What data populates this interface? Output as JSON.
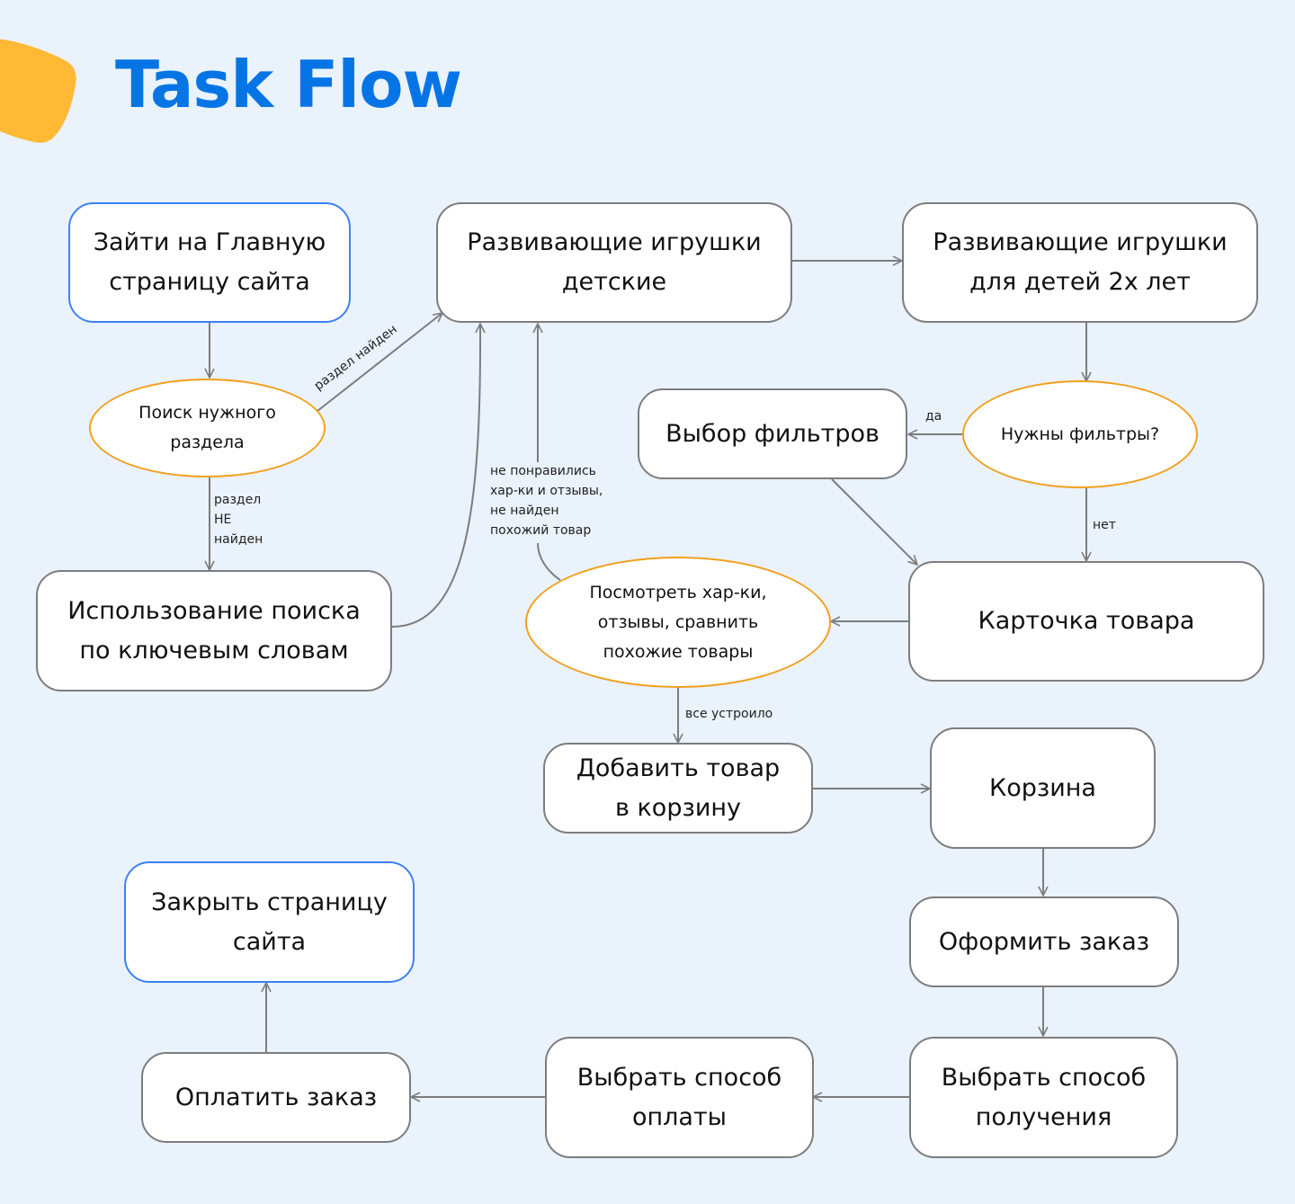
{
  "header": {
    "title": "Task Flow",
    "logo_icon": "rounded-square-blob",
    "accent_color": "#0575E6",
    "logo_color": "#FFB935"
  },
  "colors": {
    "background": "#EAF2FC",
    "terminal_border": "#3B82F6",
    "decision_border": "#F2A01E",
    "process_border": "#7D7D7D",
    "edge": "#7D7D7D"
  },
  "nodes": {
    "home": "Зайти на Главную\nстраницу сайта",
    "search_section": "Поиск нужного\nраздела",
    "keyword_search": "Использование поиска\nпо ключевым словам",
    "edu_toys": "Развивающие игрушки\nдетские",
    "edu_toys_2y": "Развивающие игрушки\nдля детей 2х лет",
    "need_filters": "Нужны фильтры?",
    "choose_filters": "Выбор фильтров",
    "product_card": "Карточка товара",
    "review": "Посмотреть хар-ки,\nотзывы, сравнить\nпохожие товары",
    "add_to_cart": "Добавить товар\nв корзину",
    "cart": "Корзина",
    "checkout": "Оформить заказ",
    "delivery": "Выбрать способ\nполучения",
    "payment_method": "Выбрать способ\nоплаты",
    "pay": "Оплатить заказ",
    "close": "Закрыть страницу\nсайта"
  },
  "edge_labels": {
    "found": "раздел найден",
    "not_found": "раздел\nНЕ\nнайден",
    "yes": "да",
    "no": "нет",
    "disliked": "не понравились\nхар-ки и отзывы,\nне найден\nпохожий товар",
    "satisfied": "все устроило"
  }
}
